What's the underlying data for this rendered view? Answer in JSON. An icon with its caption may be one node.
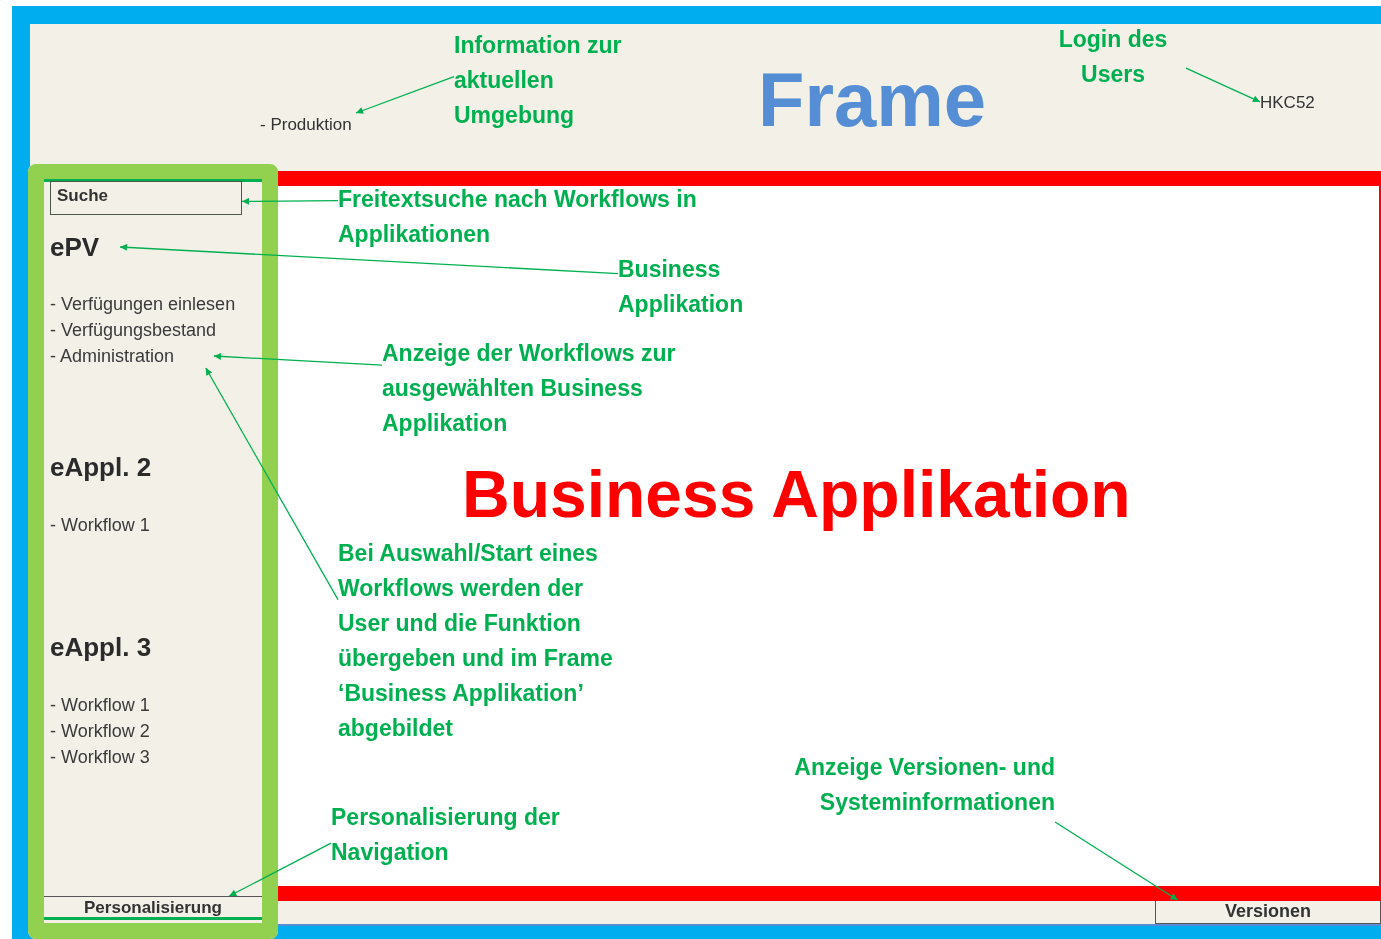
{
  "diagram": {
    "nodes": [
      {
        "text": [
          "Frame"
        ]
      },
      {
        "text": [
          "- Produktion"
        ],
        "in": 0
      },
      {
        "text": [
          "Information zur aktuellen Umgebung"
        ],
        "in": 0
      },
      {
        "text": [
          "Login des Users"
        ],
        "in": 0
      },
      {
        "text": [
          "HKC52"
        ],
        "in": 0
      },
      {
        "text": [],
        "shape": "box",
        "in": 0
      },
      {
        "text": [
          "Suche"
        ],
        "in": 5
      },
      {
        "text": [
          "ePV"
        ],
        "in": 5
      },
      {
        "text": [
          "- Verfügungen einlesen"
        ],
        "in": 5
      },
      {
        "text": [
          "- Verfügungsbestand"
        ],
        "in": 5
      },
      {
        "text": [
          "- Administration"
        ],
        "in": 5
      },
      {
        "text": [
          "eAppl. 2"
        ],
        "in": 5
      },
      {
        "text": [
          "- Workflow 1"
        ],
        "in": 5
      },
      {
        "text": [
          "eAppl. 3"
        ],
        "in": 5
      },
      {
        "text": [
          "- Workflow 1"
        ],
        "in": 5
      },
      {
        "text": [
          "- Workflow 2"
        ],
        "in": 5
      },
      {
        "text": [
          "- Workflow 3"
        ],
        "in": 5
      },
      {
        "text": [
          "Personalisierung"
        ],
        "in": 5
      },
      {
        "text": [
          "Business Applikation"
        ],
        "in": 0
      },
      {
        "text": [
          "Freitextsuche nach Workflows in Applikationen"
        ],
        "in": 18
      },
      {
        "text": [
          "Business Applikation"
        ],
        "in": 18
      },
      {
        "text": [
          "Anzeige der Workflows zur ausgewählten Business Applikation"
        ],
        "in": 18
      },
      {
        "text": [
          "Bei Auswahl/Start eines Workflows werden der User und die Funktion übergeben und im Frame ‘Business Applikation’ abgebildet"
        ],
        "in": 18
      },
      {
        "text": [
          "Personalisierung der Navigation"
        ],
        "in": 18
      },
      {
        "text": [
          "Anzeige Versionen- und Systeminformationen"
        ],
        "in": 18
      },
      {
        "text": [
          "Versionen"
        ],
        "in": 0
      }
    ],
    "edges": [
      {
        "from": 2,
        "to": 1,
        "arrow": "to"
      },
      {
        "from": 3,
        "to": 4,
        "arrow": "to"
      },
      {
        "from": 19,
        "to": 6,
        "arrow": "to"
      },
      {
        "from": 20,
        "to": 7,
        "arrow": "to"
      },
      {
        "from": 21,
        "to": 10,
        "arrow": "to"
      },
      {
        "from": 22,
        "to": 10,
        "arrow": "to"
      },
      {
        "from": 23,
        "to": 17,
        "arrow": "to"
      },
      {
        "from": 24,
        "to": 25,
        "arrow": "to"
      }
    ]
  }
}
